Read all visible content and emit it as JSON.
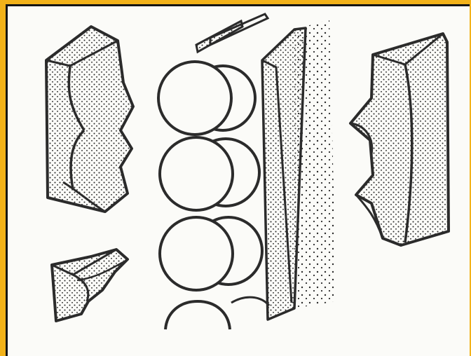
{
  "figure": {
    "frame_color": "#f2b21a",
    "paper_color": "#fbfbf8",
    "ink_color": "#2b2b2b",
    "parts": [
      {
        "name": "upper-left-block",
        "pattern": "stipple"
      },
      {
        "name": "lower-left-fragment",
        "pattern": "stipple"
      },
      {
        "name": "central-pipe-stack",
        "pattern": "plain"
      },
      {
        "name": "backing-panel",
        "pattern": "stipple"
      },
      {
        "name": "right-block",
        "pattern": "stipple"
      }
    ]
  }
}
